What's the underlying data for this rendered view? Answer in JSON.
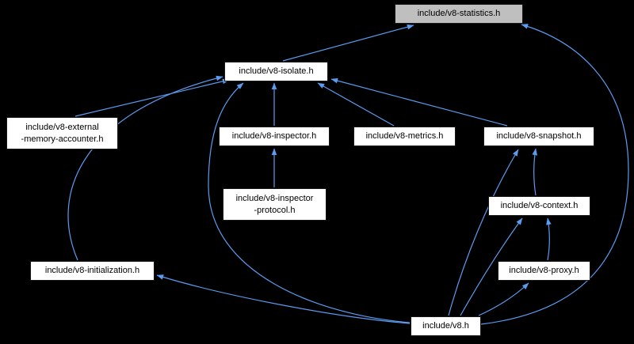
{
  "colors": {
    "background": "#000000",
    "node_fill": "#ffffff",
    "node_text": "#000000",
    "highlight_fill": "#bfbfbf",
    "edge": "#5a9cf0"
  },
  "nodes": {
    "statistics": {
      "label": "include/v8-statistics.h",
      "highlighted": true
    },
    "isolate": {
      "label": "include/v8-isolate.h"
    },
    "external": {
      "label": "include/v8-external\n-memory-accounter.h"
    },
    "inspector": {
      "label": "include/v8-inspector.h"
    },
    "metrics": {
      "label": "include/v8-metrics.h"
    },
    "snapshot": {
      "label": "include/v8-snapshot.h"
    },
    "inspector_protocol": {
      "label": "include/v8-inspector\n-protocol.h"
    },
    "context": {
      "label": "include/v8-context.h"
    },
    "initialization": {
      "label": "include/v8-initialization.h"
    },
    "proxy": {
      "label": "include/v8-proxy.h"
    },
    "v8": {
      "label": "include/v8.h"
    }
  },
  "edges": [
    {
      "from": "include/v8-isolate.h",
      "to": "include/v8-statistics.h"
    },
    {
      "from": "include/v8.h",
      "to": "include/v8-statistics.h"
    },
    {
      "from": "include/v8-external-memory-accounter.h",
      "to": "include/v8-isolate.h"
    },
    {
      "from": "include/v8-initialization.h",
      "to": "include/v8-isolate.h"
    },
    {
      "from": "include/v8-inspector.h",
      "to": "include/v8-isolate.h"
    },
    {
      "from": "include/v8-metrics.h",
      "to": "include/v8-isolate.h"
    },
    {
      "from": "include/v8-snapshot.h",
      "to": "include/v8-isolate.h"
    },
    {
      "from": "include/v8.h",
      "to": "include/v8-isolate.h"
    },
    {
      "from": "include/v8-inspector-protocol.h",
      "to": "include/v8-inspector.h"
    },
    {
      "from": "include/v8-context.h",
      "to": "include/v8-snapshot.h"
    },
    {
      "from": "include/v8.h",
      "to": "include/v8-snapshot.h"
    },
    {
      "from": "include/v8-proxy.h",
      "to": "include/v8-context.h"
    },
    {
      "from": "include/v8.h",
      "to": "include/v8-context.h"
    },
    {
      "from": "include/v8.h",
      "to": "include/v8-proxy.h"
    },
    {
      "from": "include/v8.h",
      "to": "include/v8-initialization.h"
    }
  ]
}
